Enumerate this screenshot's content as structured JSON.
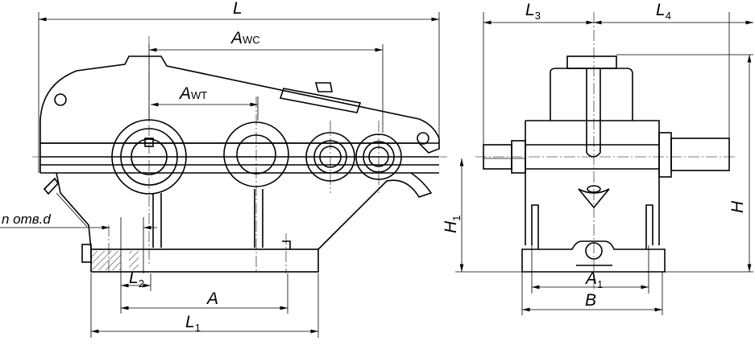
{
  "labels": {
    "L": "L",
    "A_wc": "A",
    "A_wc_sub": "WC",
    "A_wt": "A",
    "A_wt_sub": "WT",
    "L3": "L",
    "L3_sub": "3",
    "L4": "L",
    "L4_sub": "4",
    "H": "H",
    "H1": "H",
    "H1_sub": "1",
    "A1": "A",
    "A1_sub": "1",
    "B": "B",
    "L2": "L",
    "L2_sub": "2",
    "A": "A",
    "L1": "L",
    "L1_sub": "1",
    "holes_note": "n отв.d"
  }
}
